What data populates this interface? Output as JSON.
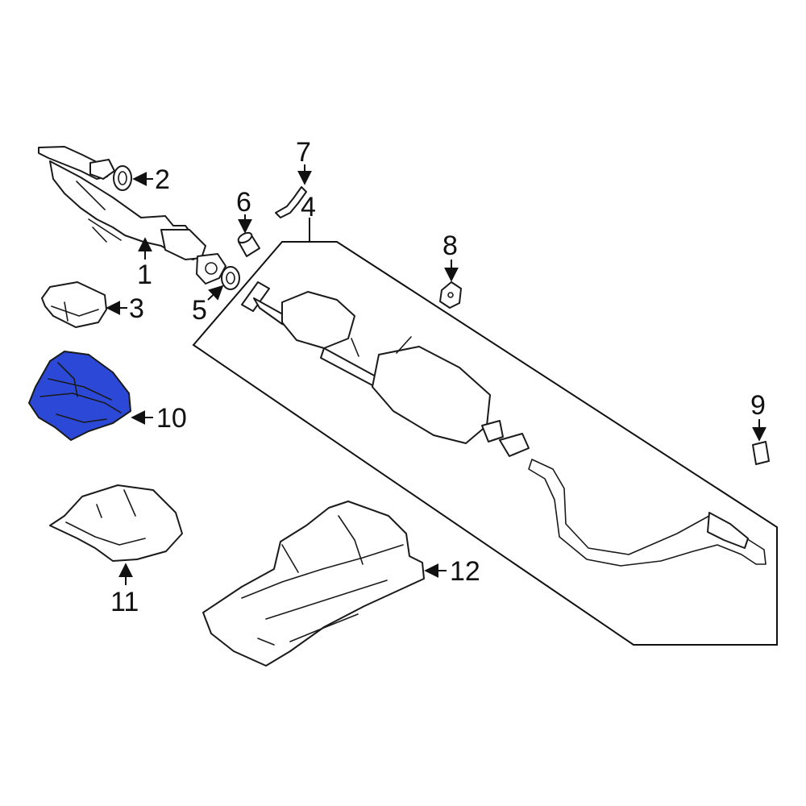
{
  "diagram": {
    "highlight_color": "#2b49d6",
    "outline_color": "#1a1a1a",
    "highlighted_part": "10",
    "callouts": [
      {
        "id": "c1",
        "label": "1"
      },
      {
        "id": "c2",
        "label": "2"
      },
      {
        "id": "c3",
        "label": "3"
      },
      {
        "id": "c4",
        "label": "4"
      },
      {
        "id": "c5",
        "label": "5"
      },
      {
        "id": "c6",
        "label": "6"
      },
      {
        "id": "c7",
        "label": "7"
      },
      {
        "id": "c8",
        "label": "8"
      },
      {
        "id": "c9",
        "label": "9"
      },
      {
        "id": "c10",
        "label": "10"
      },
      {
        "id": "c11",
        "label": "11"
      },
      {
        "id": "c12",
        "label": "12"
      }
    ]
  }
}
